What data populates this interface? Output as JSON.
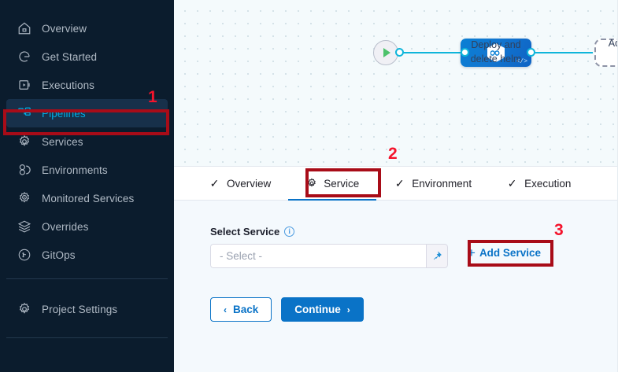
{
  "colors": {
    "sidebar_bg": "#0b1c2d",
    "active_item_bg": "#17304a",
    "accent_cyan": "#00ade4",
    "primary_blue": "#0a73c7",
    "annotation_red": "#a80c18",
    "annotation_num_red": "#f4142c",
    "connector_cyan": "#0fb5da"
  },
  "sidebar": {
    "items": [
      {
        "label": "Overview",
        "icon": "home-icon",
        "active": false
      },
      {
        "label": "Get Started",
        "icon": "get-started-icon",
        "active": false
      },
      {
        "label": "Executions",
        "icon": "executions-play-icon",
        "active": false
      },
      {
        "label": "Pipelines",
        "icon": "pipelines-icon",
        "active": true
      },
      {
        "label": "Services",
        "icon": "gear-icon",
        "active": false
      },
      {
        "label": "Environments",
        "icon": "environments-icon",
        "active": false
      },
      {
        "label": "Monitored Services",
        "icon": "monitored-services-icon",
        "active": false
      },
      {
        "label": "Overrides",
        "icon": "layers-icon",
        "active": false
      },
      {
        "label": "GitOps",
        "icon": "gitops-icon",
        "active": false
      }
    ],
    "footer": {
      "label": "Project Settings",
      "icon": "gear-icon"
    }
  },
  "canvas": {
    "start_node": {
      "name": "pipeline-start-node",
      "icon": "play-icon"
    },
    "end_node": {
      "name": "pipeline-end-node",
      "icon": "stop-icon"
    },
    "stage": {
      "caption_line1": "Deploy and",
      "caption_line2": "delete helm",
      "icon": "harness-hexagon-icon",
      "badge_icon": "code-icon",
      "badge_glyph": "</>"
    },
    "add_stage": {
      "label": "Add Stage",
      "icon": "plus-icon"
    }
  },
  "tabs": [
    {
      "label": "Overview",
      "icon": "check-icon",
      "glyph": "✓",
      "active": false
    },
    {
      "label": "Service",
      "icon": "gear-icon",
      "glyph": "",
      "active": true
    },
    {
      "label": "Environment",
      "icon": "check-icon",
      "glyph": "✓",
      "active": false
    },
    {
      "label": "Execution",
      "icon": "check-icon",
      "glyph": "✓",
      "active": false
    }
  ],
  "form": {
    "select_service": {
      "label": "Select Service",
      "info_icon": "info-icon",
      "info_glyph": "i",
      "placeholder": "- Select -",
      "value": "- Select -",
      "pin_icon": "pin-icon"
    },
    "add_service": {
      "label": "Add Service",
      "plus_glyph": "+"
    },
    "buttons": {
      "back": {
        "label": "Back",
        "caret": "‹"
      },
      "continue": {
        "label": "Continue",
        "caret": "›"
      }
    }
  },
  "annotations": [
    {
      "number": "1",
      "target": "sidebar-item-pipelines"
    },
    {
      "number": "2",
      "target": "tab-service"
    },
    {
      "number": "3",
      "target": "add-service-button"
    }
  ]
}
